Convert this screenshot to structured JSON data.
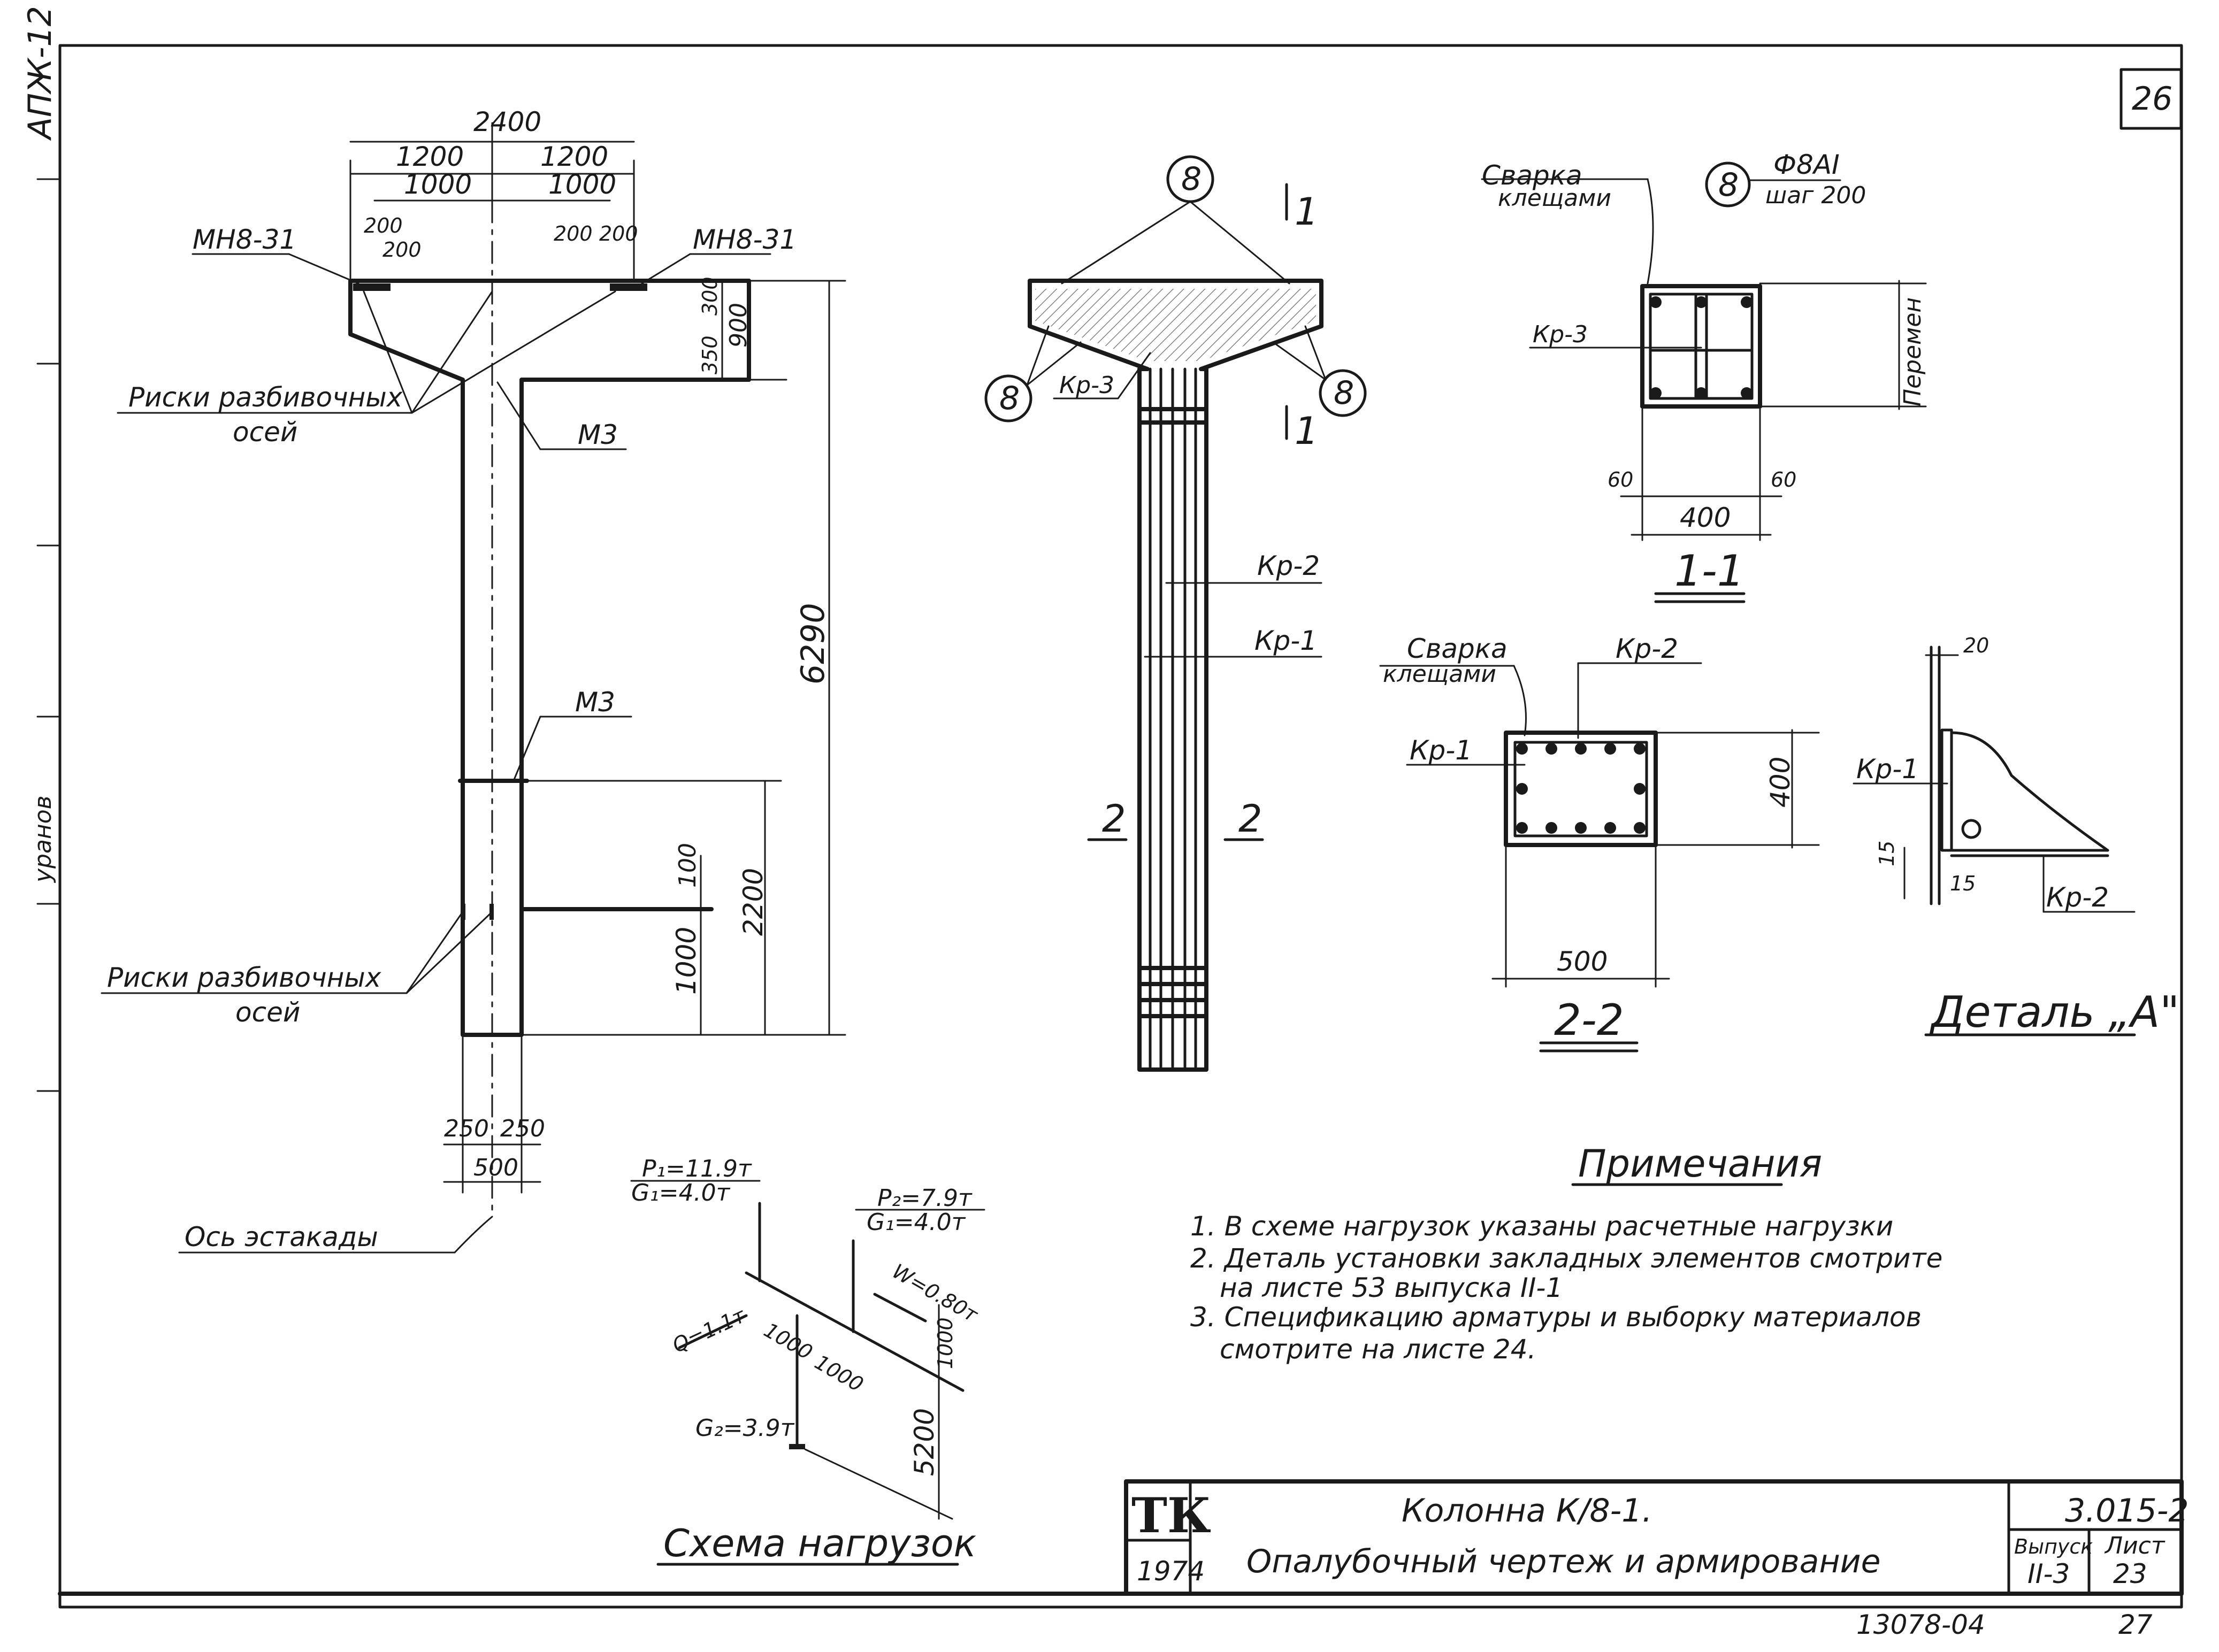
{
  "sheet": {
    "side_code": "АПЖ-12",
    "sheet_no_top": "26",
    "side_stamp": "уранов",
    "bottom_code": "13078-04",
    "bottom_page": "27"
  },
  "elevation": {
    "dims": {
      "d2400": "2400",
      "d1200a": "1200",
      "d1200b": "1200",
      "d1000a": "1000",
      "d1000b": "1000",
      "d200a": "200",
      "d200b": "200",
      "d200c": "200",
      "d200d": "200",
      "d300": "300",
      "d350": "350",
      "d900": "900",
      "d6290": "6290",
      "d2200": "2200",
      "d100": "100",
      "d1000v": "1000",
      "d250a": "250",
      "d250b": "250",
      "d500": "500"
    },
    "labels": {
      "mn_left": "МН8-31",
      "mn_right": "МН8-31",
      "risk_top_1": "Риски разбивочных",
      "risk_top_2": "осей",
      "m3_top": "М3",
      "m3_mid": "М3",
      "risk_bot_1": "Риски разбивочных",
      "risk_bot_2": "осей",
      "axis_label": "Ось эстакады"
    }
  },
  "rebar_view": {
    "marker_top": "8",
    "marker_left": "8",
    "marker_right": "8",
    "kr3": "Кр-3",
    "kr2": "Кр-2",
    "kr1": "Кр-1",
    "cut1a": "1",
    "cut1b": "1",
    "cut2a": "2",
    "cut2b": "2"
  },
  "section_11": {
    "weld_1": "Сварка",
    "weld_2": "клещами",
    "marker": "8",
    "bar_spec": "Ф8АI",
    "step": "шаг 200",
    "kr3": "Кр-3",
    "variable": "Перемен",
    "d60a": "60",
    "d60b": "60",
    "d400": "400",
    "title": "1-1"
  },
  "section_22": {
    "weld_1": "Сварка",
    "weld_2": "клещами",
    "kr2": "Кр-2",
    "kr1": "Кр-1",
    "d400": "400",
    "d500": "500",
    "title": "2-2"
  },
  "detail_a": {
    "d20": "20",
    "kr1": "Кр-1",
    "d15a": "15",
    "d15b": "15",
    "kr2": "Кр-2",
    "title": "Деталь „А\""
  },
  "load_scheme": {
    "p1": "P₁=11.9т",
    "g1a": "G₁=4.0т",
    "p2": "P₂=7.9т",
    "g1b": "G₁=4.0т",
    "w": "W=0.80т",
    "q": "Q=1.1т",
    "d1000a": "1000",
    "d1000b": "1000",
    "d1000c": "1000",
    "g2": "G₂=3.9т",
    "d5200": "5200",
    "title": "Схема нагрузок"
  },
  "notes": {
    "heading": "Примечания",
    "lines": [
      "1. В схеме нагрузок указаны расчетные нагрузки",
      "2. Деталь установки закладных элементов смотрите",
      "на листе 53 выпуска II-1",
      "3. Спецификацию арматуры и выборку материалов",
      "смотрите на листе 24."
    ]
  },
  "title_block": {
    "logo": "ТК",
    "year": "1974",
    "title_1": "Колонна К/8-1.",
    "title_2": "Опалубочный чертеж и армирование",
    "series": "3.015-2",
    "issue_label": "Выпуск",
    "issue_value": "II-3",
    "sheet_label": "Лист",
    "sheet_value": "23"
  }
}
